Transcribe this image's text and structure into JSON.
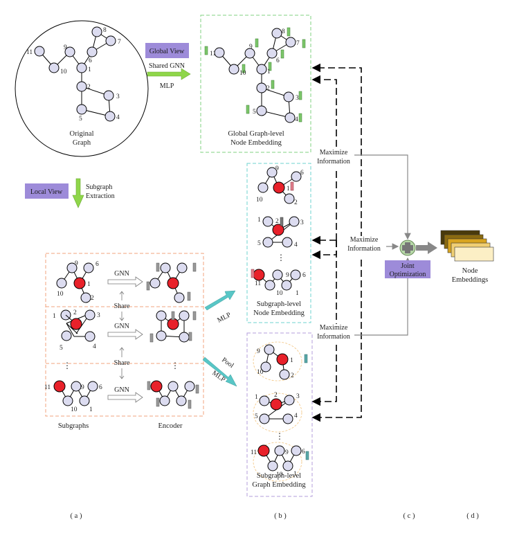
{
  "original_graph": {
    "title_line1": "Original",
    "title_line2": "Graph",
    "node_labels": {
      "n1": "1",
      "n2": "2",
      "n3": "3",
      "n4": "4",
      "n5": "5",
      "n6": "6",
      "n7": "7",
      "n8": "8",
      "n9": "9",
      "n10": "10",
      "n11": "11"
    }
  },
  "global_view": {
    "label": "Global View",
    "arrow_top": "Shared GNN",
    "arrow_bottom": "MLP"
  },
  "local_view": {
    "label": "Local View",
    "arrow_line1": "Subgraph",
    "arrow_line2": "Extraction"
  },
  "global_embedding": {
    "caption_line1": "Global Graph-level",
    "caption_line2": "Node Embedding"
  },
  "subgraph_node_embedding": {
    "caption_line1": "Subgraph-level",
    "caption_line2": "Node Embedding",
    "ellipsis": "⋮"
  },
  "subgraph_graph_embedding": {
    "caption_line1": "Subgraph-level",
    "caption_line2": "Graph Embedding",
    "ellipsis": "⋮"
  },
  "encoder_panel": {
    "gnn": "GNN",
    "share": "Share",
    "ellipsis": "⋮",
    "subgraphs_label": "Subgraphs",
    "encoder_label": "Encoder"
  },
  "sub_labels": {
    "a": {
      "l9": "9",
      "l6": "6",
      "l1": "1",
      "l10": "10",
      "l2": "2"
    },
    "b": {
      "l1": "1",
      "l2": "2",
      "l3": "3",
      "l5": "5",
      "l4": "4"
    },
    "c": {
      "l11": "11",
      "l9": "9",
      "l6": "6",
      "l10": "10",
      "l1": "1"
    }
  },
  "arrows": {
    "mlp_b": "MLP",
    "pool": "Pool",
    "mlp_c": "MLP"
  },
  "maximize": {
    "top_line1": "Maximize",
    "top_line2": "Information",
    "mid_line1": "Maximize",
    "mid_line2": "Information",
    "bot_line1": "Maximize",
    "bot_line2": "Information"
  },
  "joint": {
    "line1": "Joint",
    "line2": "Optimization"
  },
  "output": {
    "line1": "Node",
    "line2": "Embeddings"
  },
  "panel_labels": {
    "a": "( a )",
    "b": "( b )",
    "c": "( c )",
    "d": "( d )"
  },
  "colors": {
    "node_fill": "#dcdcf0",
    "anchor": "#e8212a",
    "view_box": "#9d8bd9",
    "global_dash": "#7fd07f",
    "node_dash": "#6ed3cf",
    "graph_dash": "#b39ddb",
    "encoder_dash": "#f2a37d",
    "teal": "#58c6c6",
    "green_arrow": "#8fd64a",
    "emb_green": "#7cc66a",
    "emb_red": "#e07d8a",
    "emb_gray": "#999999"
  }
}
